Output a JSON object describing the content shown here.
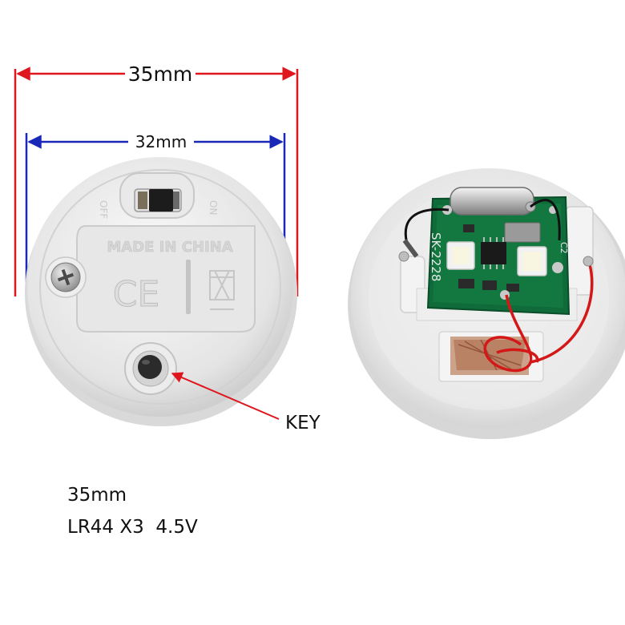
{
  "dimensions": {
    "outer_label": "35mm",
    "inner_label": "32mm",
    "outer_color": "#e0161e",
    "inner_color": "#1a28b8"
  },
  "back_face": {
    "switch_off_label": "OFF",
    "switch_on_label": "ON",
    "cover_text": "MADE IN CHINA",
    "ce_mark": "CE",
    "key_callout": "KEY"
  },
  "pcb": {
    "silkscreen_model": "SK-2228",
    "silkscreen_c2": "C2",
    "pcb_color": "#0f6b3a",
    "wire_color": "#d41818"
  },
  "captions": {
    "size": "35mm",
    "battery": "LR44 X3  4.5V"
  }
}
